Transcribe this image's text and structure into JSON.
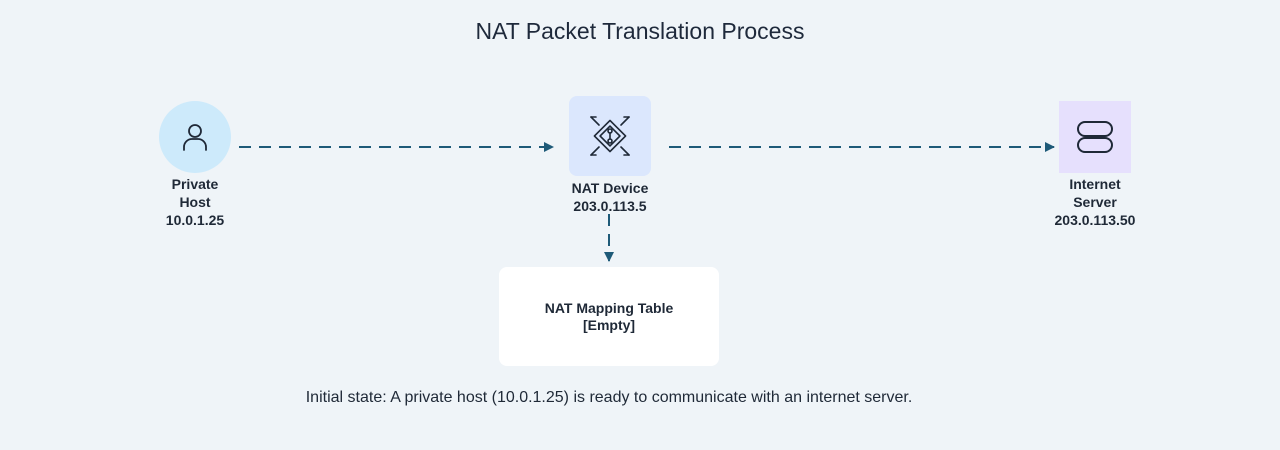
{
  "title": "NAT Packet Translation Process",
  "nodes": {
    "private_host": {
      "name_line1": "Private",
      "name_line2": "Host",
      "ip": "10.0.1.25",
      "icon": "person-icon",
      "color": "#cdeafb"
    },
    "nat_device": {
      "name": "NAT Device",
      "ip": "203.0.113.5",
      "icon": "router-chip-icon",
      "color": "#dbe7fd"
    },
    "internet_server": {
      "name_line1": "Internet",
      "name_line2": "Server",
      "ip": "203.0.113.50",
      "icon": "server-icon",
      "color": "#e6e0fd"
    }
  },
  "mapping_table": {
    "title": "NAT Mapping Table",
    "status": "[Empty]"
  },
  "connector_color": "#1e5a78",
  "caption": "Initial state: A private host (10.0.1.25) is ready to communicate with an internet server."
}
